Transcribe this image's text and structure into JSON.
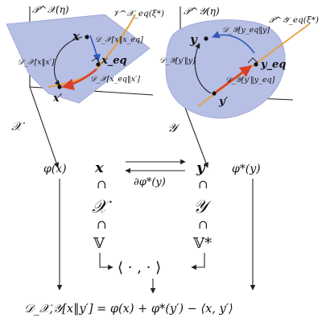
{
  "colors": {
    "region_fill": "#b6bfe4",
    "region_stroke": "#9aa3d4",
    "curve": "#e6a03c",
    "projection_line": "#e6a03c",
    "red_arrow": "#d9402a",
    "blue_arrow": "#2f57b8",
    "ink": "#111111"
  },
  "left_panel": {
    "region_label": "𝒫^𝒳(η)",
    "curve_label": "𝒱^𝒳_eq(ξ*)",
    "point_x": "x",
    "point_xeq": "x_eq",
    "point_xprime": "x′",
    "div_x_xeq": "𝒟_𝒳[x‖x_eq]",
    "div_x_xprime": "𝒟_𝒳[x‖x′]",
    "div_xeq_xprime": "𝒟_𝒳[x_eq‖x′]",
    "space_label": "𝒳"
  },
  "right_panel": {
    "region_label": "𝒫^𝒴(η)",
    "line_label": "𝒫^𝒴_eq(ξ*)",
    "point_y": "y",
    "point_yeq": "y_eq",
    "point_yprime": "y′",
    "div_yeq_y": "𝒟_𝒴[y_eq‖y]",
    "div_yprime_y": "𝒟_𝒴[y′‖y]",
    "div_yprime_yeq": "𝒟_𝒴[y′‖y_eq]",
    "space_label": "𝒴"
  },
  "diagram": {
    "phi_x": "φ(x)",
    "phi_star_y": "φ*(y)",
    "x": "x",
    "y": "y",
    "grad_label": "∂φ*(y)",
    "subset": "∩",
    "X_cal": "𝒳",
    "Y_cal": "𝒴",
    "V": "𝕍",
    "V_star": "𝕍*",
    "pairing": "⟨ · , · ⟩",
    "formula": "𝒟_𝒳,𝒴[x‖y′] = φ(x) + φ*(y′) − ⟨x, y′⟩"
  }
}
